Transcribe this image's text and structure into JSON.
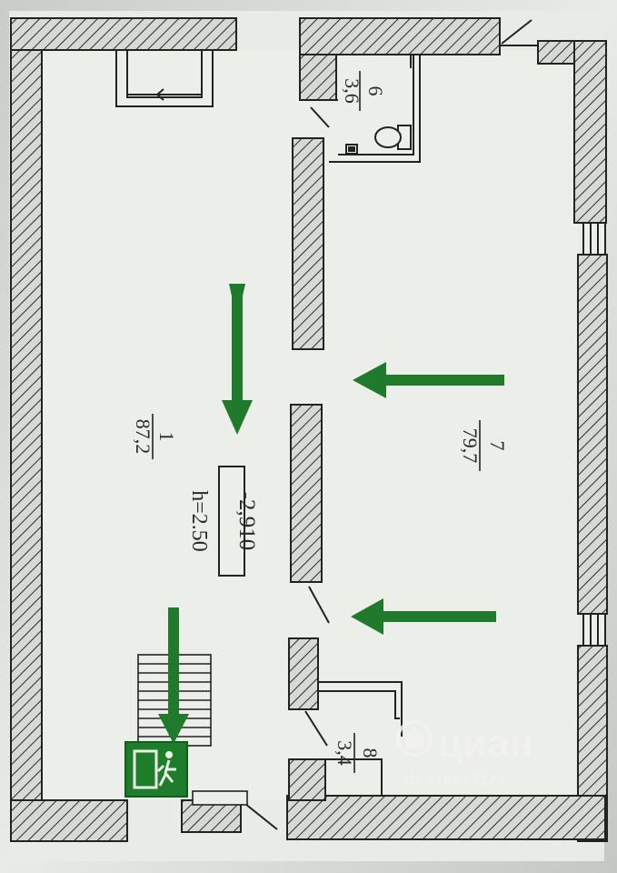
{
  "plan": {
    "rooms": [
      {
        "id": "room-1",
        "number": "1",
        "area": "87,2"
      },
      {
        "id": "room-6",
        "number": "6",
        "area": "3,6"
      },
      {
        "id": "room-7",
        "number": "7",
        "area": "79,7"
      },
      {
        "id": "room-8",
        "number": "8",
        "area": "3,4"
      }
    ],
    "level_mark": "-2,910",
    "ceiling_height": "h=2.50",
    "watermark": {
      "brand": "циан",
      "listing_id": "ID 318517171"
    },
    "colors": {
      "paper": "#e6e9e5",
      "wall_fill": "#d3d6d2",
      "line": "#222222",
      "arrow": "#1f7a2c",
      "exit_sign": "#1e7d2b"
    },
    "icons": [
      "toilet-icon",
      "sink-icon",
      "stairs-icon",
      "emergency-exit-icon",
      "door-arrow-icon"
    ]
  }
}
